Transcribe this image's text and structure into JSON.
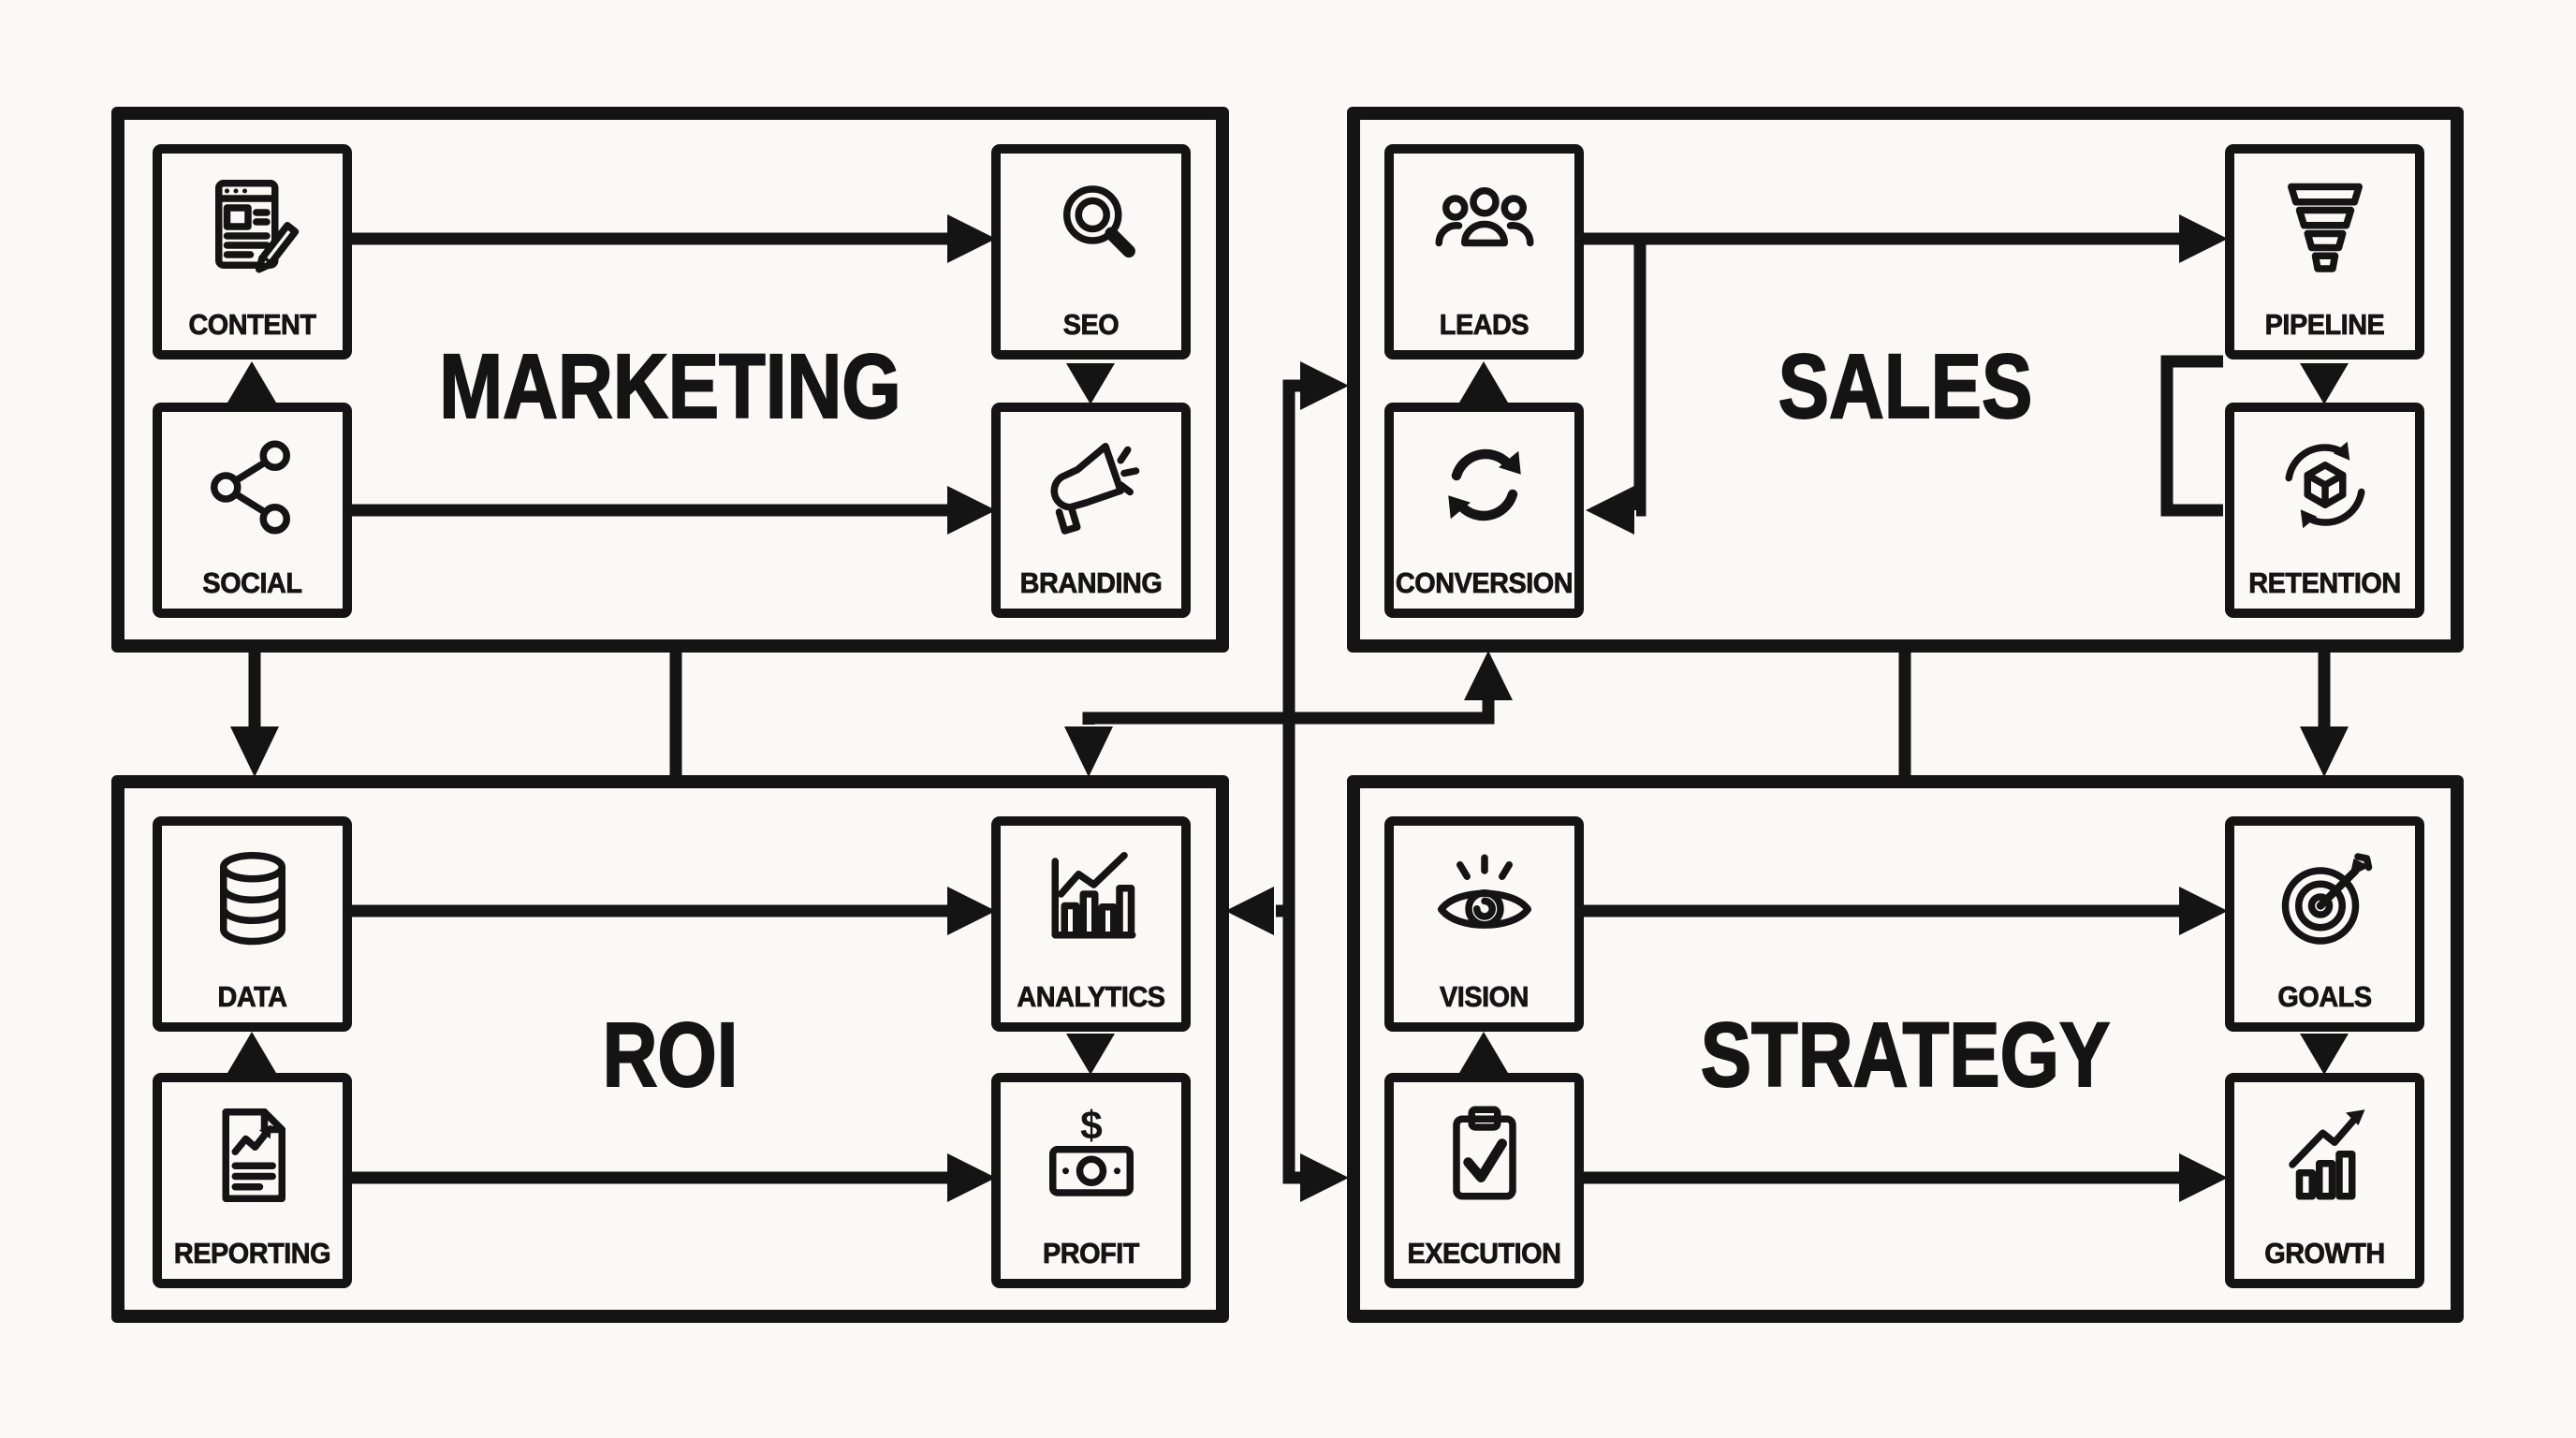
{
  "diagram": {
    "background_color": "#fbf9f6",
    "line_color": "#141414",
    "quadrants": [
      {
        "title": "MARKETING",
        "nodes": [
          {
            "label": "CONTENT",
            "icon": "content-icon"
          },
          {
            "label": "SEO",
            "icon": "seo-icon"
          },
          {
            "label": "SOCIAL",
            "icon": "social-icon"
          },
          {
            "label": "BRANDING",
            "icon": "branding-icon"
          }
        ]
      },
      {
        "title": "SALES",
        "nodes": [
          {
            "label": "LEADS",
            "icon": "leads-icon"
          },
          {
            "label": "PIPELINE",
            "icon": "pipeline-icon"
          },
          {
            "label": "CONVERSION",
            "icon": "conversion-icon"
          },
          {
            "label": "RETENTION",
            "icon": "retention-icon"
          }
        ]
      },
      {
        "title": "ROI",
        "nodes": [
          {
            "label": "DATA",
            "icon": "data-icon"
          },
          {
            "label": "ANALYTICS",
            "icon": "analytics-icon"
          },
          {
            "label": "REPORTING",
            "icon": "reporting-icon"
          },
          {
            "label": "PROFIT",
            "icon": "profit-icon"
          }
        ]
      },
      {
        "title": "STRATEGY",
        "nodes": [
          {
            "label": "VISION",
            "icon": "vision-icon"
          },
          {
            "label": "GOALS",
            "icon": "goals-icon"
          },
          {
            "label": "EXECUTION",
            "icon": "execution-icon"
          },
          {
            "label": "GROWTH",
            "icon": "growth-icon"
          }
        ]
      }
    ],
    "connections": [
      {
        "from": "CONTENT",
        "to": "SEO",
        "style": "arrow"
      },
      {
        "from": "SOCIAL",
        "to": "BRANDING",
        "style": "arrow"
      },
      {
        "from": "SOCIAL",
        "to": "CONTENT",
        "style": "arrow"
      },
      {
        "from": "SEO",
        "to": "BRANDING",
        "style": "arrow"
      },
      {
        "from": "LEADS",
        "to": "PIPELINE",
        "style": "arrow"
      },
      {
        "from": "LEADS",
        "to": "CONVERSION",
        "style": "elbow-arrow"
      },
      {
        "from": "CONVERSION",
        "to": "LEADS",
        "style": "arrow"
      },
      {
        "from": "PIPELINE",
        "to": "RETENTION",
        "style": "arrow"
      },
      {
        "from": "PIPELINE",
        "to": "RETENTION",
        "style": "elbow-line"
      },
      {
        "from": "DATA",
        "to": "ANALYTICS",
        "style": "arrow"
      },
      {
        "from": "REPORTING",
        "to": "PROFIT",
        "style": "arrow"
      },
      {
        "from": "REPORTING",
        "to": "DATA",
        "style": "arrow"
      },
      {
        "from": "ANALYTICS",
        "to": "PROFIT",
        "style": "arrow"
      },
      {
        "from": "VISION",
        "to": "GOALS",
        "style": "arrow"
      },
      {
        "from": "EXECUTION",
        "to": "GROWTH",
        "style": "arrow"
      },
      {
        "from": "EXECUTION",
        "to": "VISION",
        "style": "arrow"
      },
      {
        "from": "GOALS",
        "to": "GROWTH",
        "style": "arrow"
      },
      {
        "from": "MARKETING",
        "to": "ROI",
        "style": "arrow"
      },
      {
        "from": "MARKETING",
        "to": "ROI",
        "style": "line"
      },
      {
        "from": "SALES",
        "to": "STRATEGY",
        "style": "line"
      },
      {
        "from": "SALES",
        "to": "STRATEGY",
        "style": "arrow"
      },
      {
        "from": "SALES",
        "to": "ROI",
        "style": "double-headed-elbow"
      },
      {
        "from": "center-bus",
        "to": "SALES",
        "style": "arrow"
      },
      {
        "from": "center-bus",
        "to": "ROI",
        "style": "arrow"
      },
      {
        "from": "center-bus",
        "to": "STRATEGY",
        "style": "arrow"
      }
    ]
  }
}
